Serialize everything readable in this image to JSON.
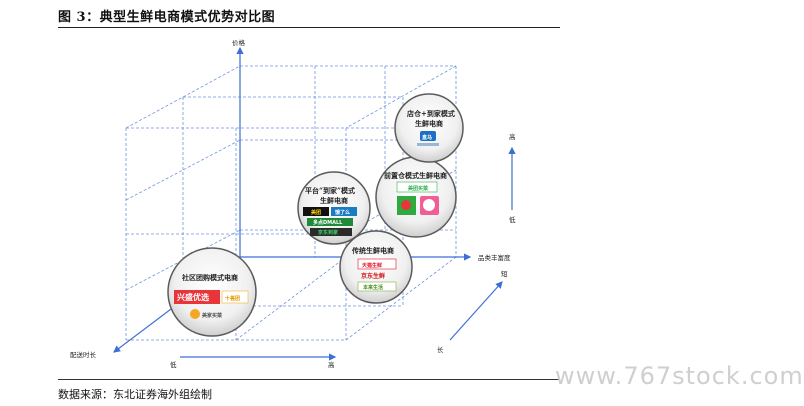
{
  "title": "图  3：典型生鲜电商模式优势对比图",
  "source": "数据来源：东北证券海外组绘制",
  "watermark": "www.767stock.com",
  "axes": {
    "vertical": "价格",
    "depth_right": "品类丰富度",
    "depth_left": "配送时长",
    "bottom_low": "低",
    "bottom_high": "高",
    "right_high": "高",
    "right_low": "低",
    "diag_short": "短",
    "diag_long": "长"
  },
  "bubbles": {
    "b1": {
      "label_1": "社区团购模式电商",
      "logos": [
        "兴盛优选",
        "十荟团",
        "美家买菜"
      ]
    },
    "b2": {
      "label_1": "平台“到家”模式",
      "label_2": "生鲜电商",
      "logos": [
        "美团",
        "饿了么",
        "多点DMALL",
        "京东到家"
      ]
    },
    "b3": {
      "label_1": "传统生鲜电商",
      "logos": [
        "天猫生鲜",
        "京东生鲜",
        "本来生活"
      ]
    },
    "b4": {
      "label_1": "前置仓模式生鲜电商",
      "logos": [
        "美团买菜",
        "叮咚买菜",
        "每日优鲜"
      ]
    },
    "b5": {
      "label_1": "店仓+到家模式",
      "label_2": "生鲜电商",
      "logos": [
        "盒马"
      ]
    }
  },
  "colors": {
    "frame": "#3d6fd6",
    "grid": "#6f94e0",
    "bubble_border": "#5b5b5b"
  }
}
